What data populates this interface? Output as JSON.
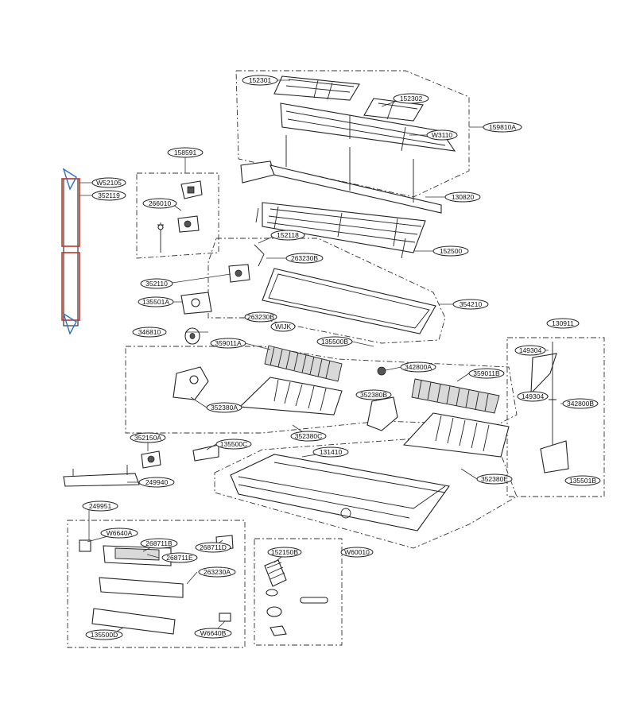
{
  "labels": {
    "l152301": "152301",
    "l152302": "152302",
    "l159810a": "159810A",
    "w3110": "W3110",
    "l158591": "158591",
    "w52105": "W52105",
    "l352119": "352119",
    "l266010": "266010",
    "l130820": "130820",
    "l152118": "152118",
    "l152500": "152500",
    "l263230b": "263230B",
    "l352110": "352110",
    "l135501a": "135501A",
    "l354210": "354210",
    "l263230b2": "263230B",
    "wijk": "WIJK",
    "l346810": "346810",
    "l359011a": "359011A",
    "l135500b": "135500B",
    "l130911": "130911",
    "l149304a": "149304",
    "l342800a": "342800A",
    "l359011b": "359011B",
    "l352380b": "352380B",
    "l149304b": "149304",
    "l342800b": "342800B",
    "l352380a": "352380A",
    "l352380c": "352380C",
    "l352150a": "352150A",
    "l135500c": "135500C",
    "l131410": "131410",
    "l352380e": "352380E",
    "l249940": "249940",
    "l135501b": "135501B",
    "l249951": "249951",
    "w6640a": "W6640A",
    "l268711b": "268711B",
    "l268711d": "268711D",
    "l268711e": "268711E",
    "w60010": "W60010",
    "l152150b": "152150B",
    "l263230a": "263230A",
    "l135500d": "135500D",
    "w6640b": "W6640B"
  }
}
